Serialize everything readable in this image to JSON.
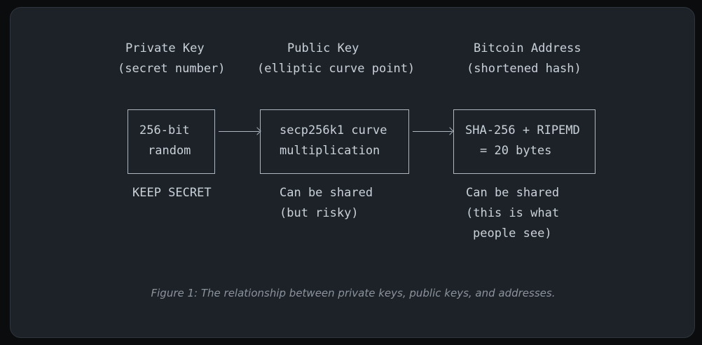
{
  "diagram": {
    "columns": [
      {
        "title": "Private Key",
        "subtitle": "(secret number)",
        "box_line1": "256-bit",
        "box_line2": "random",
        "note_line1": "KEEP SECRET",
        "note_line2": "",
        "note_line3": ""
      },
      {
        "title": "Public Key",
        "subtitle": "(elliptic curve point)",
        "box_line1": "secp256k1 curve",
        "box_line2": "multiplication",
        "note_line1": "Can be shared",
        "note_line2": "(but risky)",
        "note_line3": ""
      },
      {
        "title": "Bitcoin Address",
        "subtitle": "(shortened hash)",
        "box_line1": "SHA-256 + RIPEMD",
        "box_line2": "= 20 bytes",
        "note_line1": "Can be shared",
        "note_line2": "(this is what",
        "note_line3": "people see)"
      }
    ],
    "caption": "Figure 1: The relationship between private keys, public keys, and addresses."
  },
  "colors": {
    "background": "#1d2228",
    "text": "#c9d1d9",
    "caption": "#8b939c"
  }
}
